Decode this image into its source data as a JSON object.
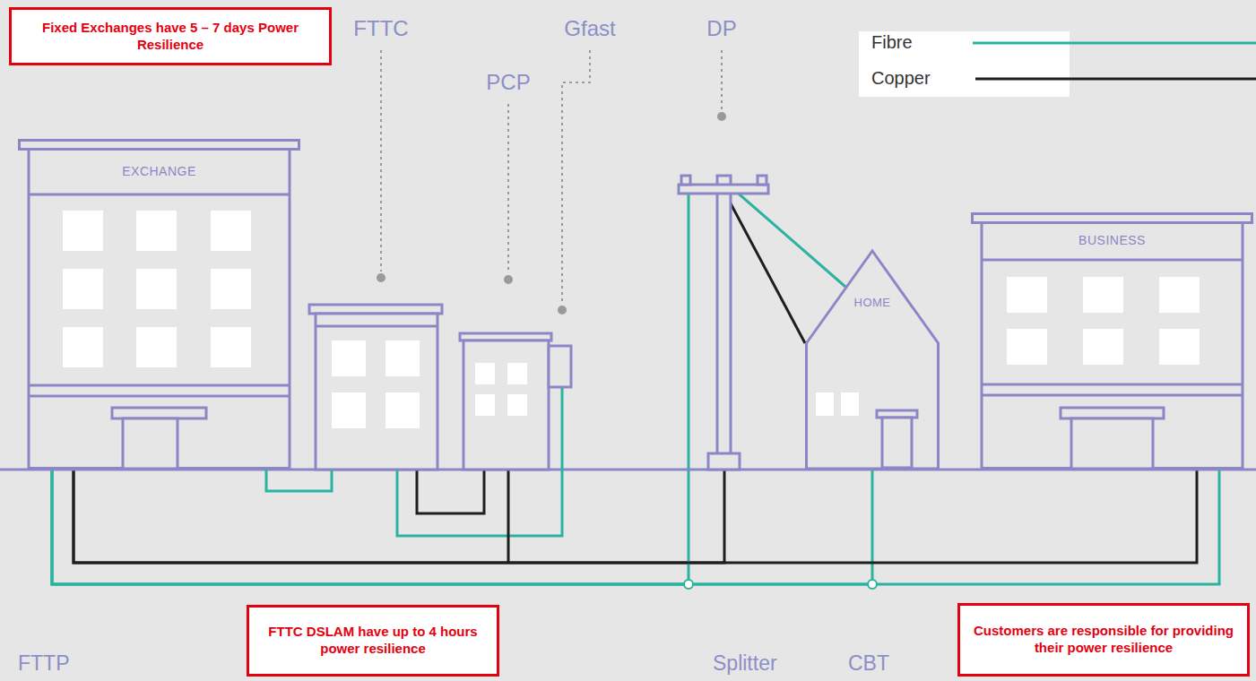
{
  "diagram": {
    "nodes": [
      {
        "text": [
          "Fixed Exchanges have 5 – 7 days Power Resilience"
        ]
      },
      {
        "text": [
          "EXCHANGE"
        ]
      },
      {
        "text": [
          "HOME"
        ]
      },
      {
        "text": [
          "BUSINESS"
        ]
      },
      {
        "text": [
          "FTTC DSLAM have up to 4 hours power resilience"
        ]
      },
      {
        "text": [
          "Customers are responsible for providing their power resilience"
        ]
      }
    ],
    "edges": [
      {
        "from": 1,
        "to": 2,
        "arrow": "none"
      },
      {
        "from": 1,
        "to": 2,
        "arrow": "none"
      },
      {
        "from": 1,
        "to": 2,
        "arrow": "none"
      },
      {
        "from": 1,
        "to": 3,
        "arrow": "none"
      },
      {
        "from": 1,
        "to": 3,
        "arrow": "none"
      }
    ],
    "labels": [
      "FTTC",
      "PCP",
      "Gfast",
      "DP",
      "FTTP",
      "Splitter",
      "CBT"
    ],
    "legend": [
      {
        "text": "Fibre"
      },
      {
        "text": "Copper"
      }
    ]
  }
}
